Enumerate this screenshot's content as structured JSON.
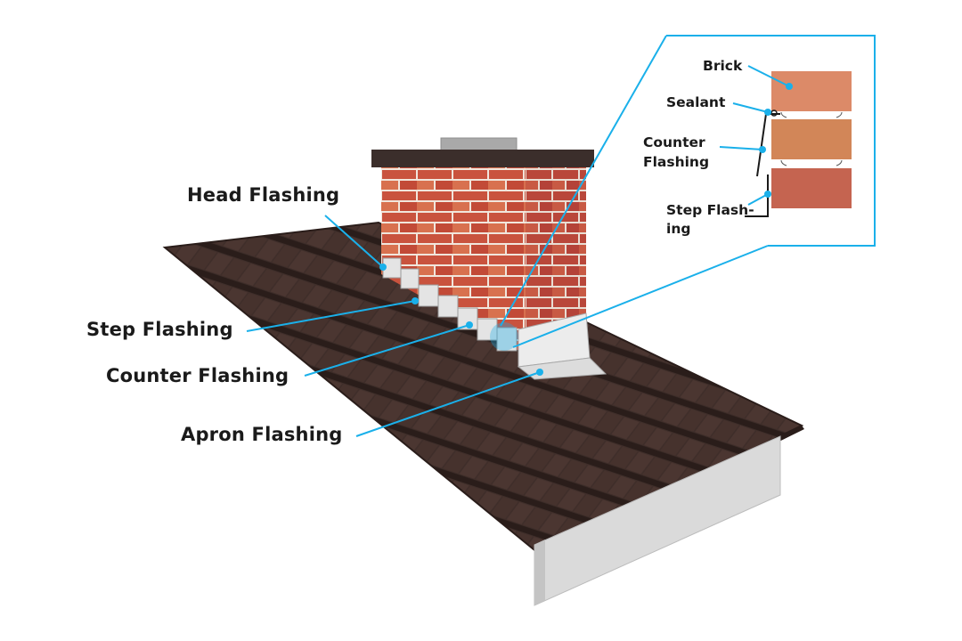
{
  "labels": {
    "head_flashing": "Head Flashing",
    "step_flashing": "Step Flashing",
    "counter_flashing": "Counter Flashing",
    "apron_flashing": "Apron Flashing"
  },
  "inset": {
    "brick": "Brick",
    "sealant": "Sealant",
    "counter_flashing_line1": "Counter",
    "counter_flashing_line2": "Flashing",
    "step_flashing_line1": "Step Flash-",
    "step_flashing_line2": "ing"
  },
  "colors": {
    "callout": "#1ab0ea",
    "shingle_dark": "#3a2a26",
    "shingle": "#4a3530",
    "brick": "#c8553f",
    "mortar": "#f3ede6",
    "flashing": "#e6e6e6",
    "inset_brick_top": "#dc8a68",
    "inset_brick_mid": "#d28658",
    "inset_brick_bottom": "#c56450"
  }
}
